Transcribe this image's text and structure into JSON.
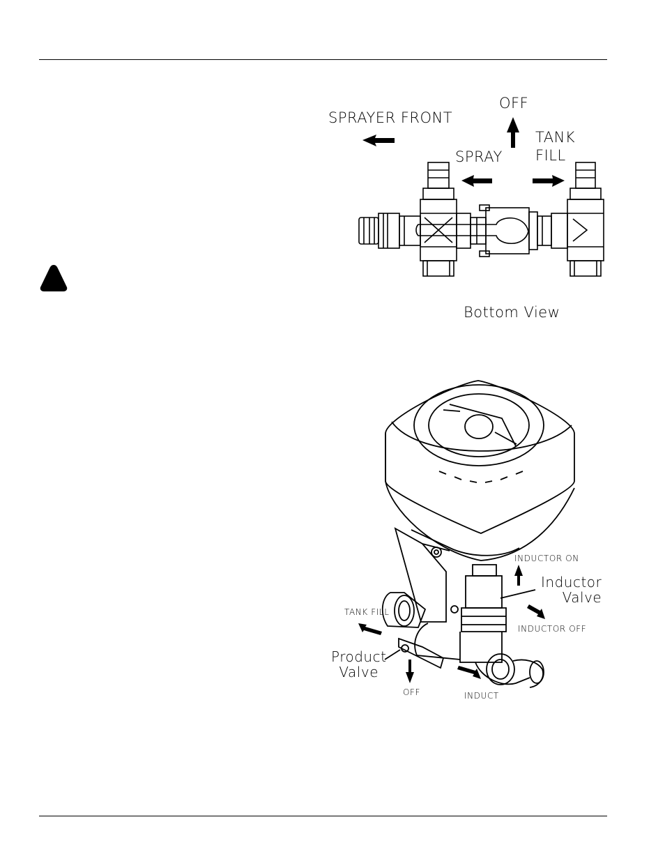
{
  "figure_top": {
    "labels": {
      "sprayer_front": "SPRAYER FRONT",
      "off": "OFF",
      "tank_fill": "TANK\nFILL",
      "spray": "SPRAY",
      "caption": "Bottom View"
    }
  },
  "figure_bottom": {
    "labels": {
      "inductor_on": "INDUCTOR ON",
      "inductor_valve": "Inductor\nValve",
      "inductor_off": "INDUCTOR OFF",
      "tank_fill": "TANK FILL",
      "product_valve": "Product\nValve",
      "off": "OFF",
      "induct": "INDUCT"
    }
  },
  "icons": {
    "warning": "warning-triangle-icon"
  }
}
